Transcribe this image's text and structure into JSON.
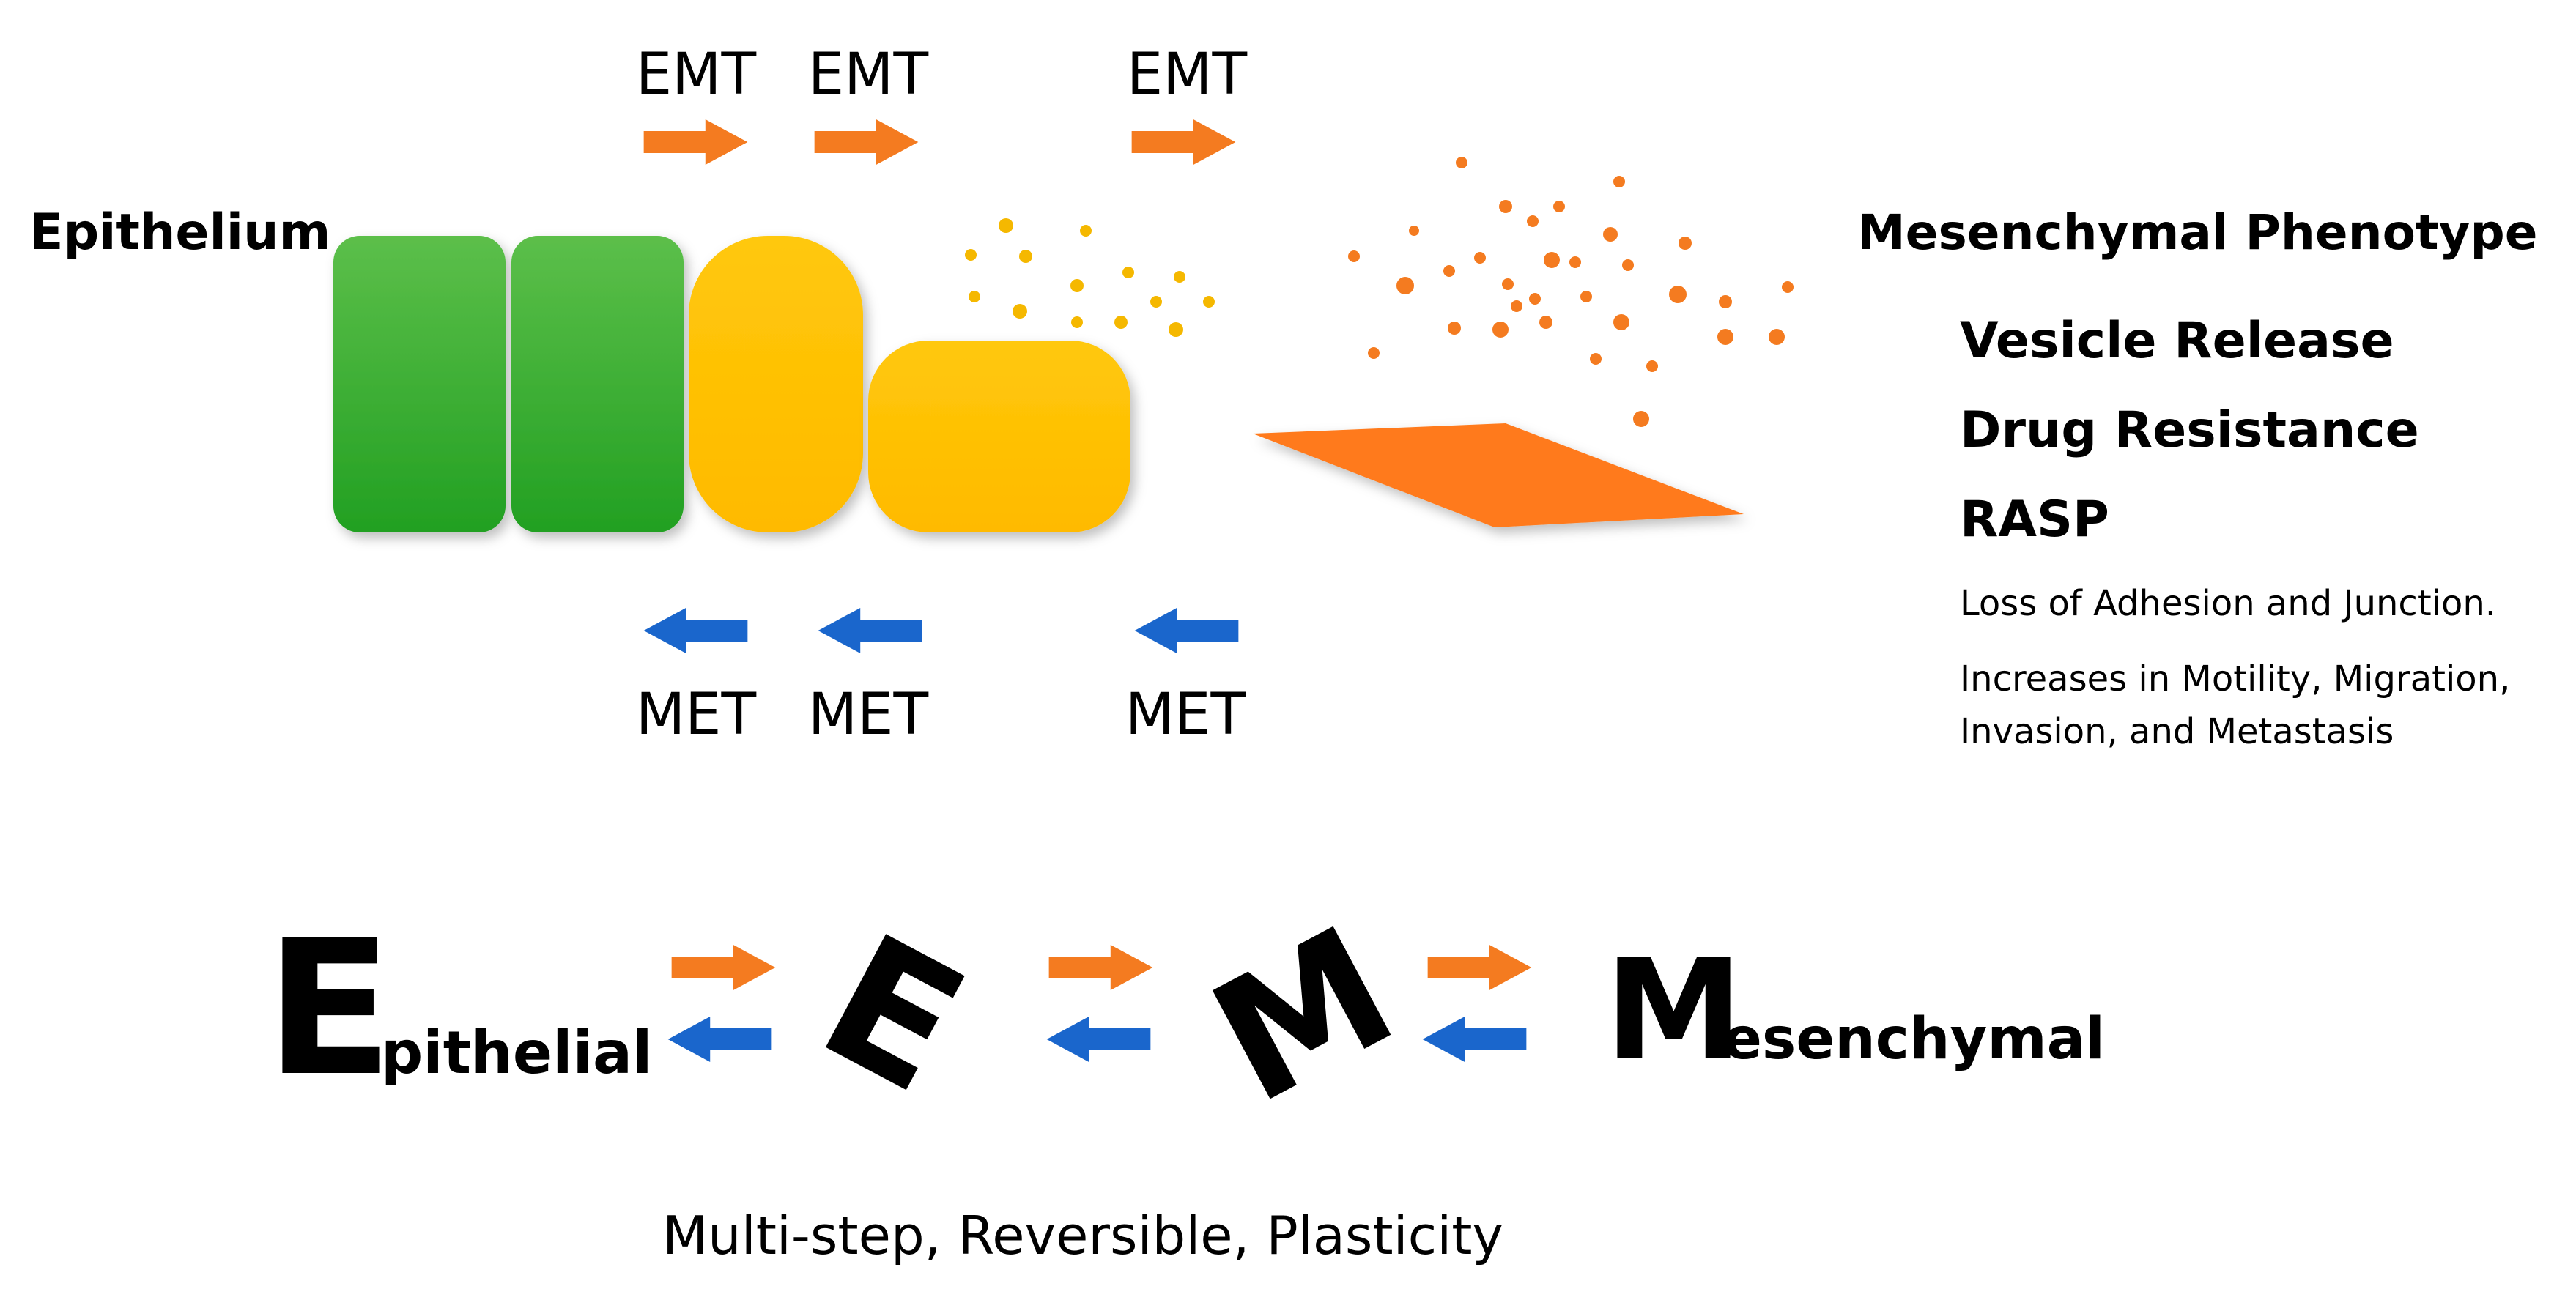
{
  "colors": {
    "emt_arrow": "#f47b20",
    "met_arrow": "#1a66cc",
    "epithelial_cell": "#2ea82e",
    "intermediate_cell": "#ffc000",
    "mesenchymal_cell": "#ff7a1a",
    "vesicle_yellow": "#f5b800",
    "vesicle_orange": "#f47b20"
  },
  "top_diagram": {
    "epithelium_label": "Epithelium",
    "emt_labels": [
      "EMT",
      "EMT",
      "EMT"
    ],
    "met_labels": [
      "MET",
      "MET",
      "MET"
    ]
  },
  "phenotype_panel": {
    "title": "Mesenchymal Phenotype",
    "items": [
      "Vesicle Release",
      "Drug Resistance",
      "RASP"
    ],
    "details": [
      "Loss of Adhesion and Junction.",
      "Increases in Motility, Migration,",
      "Invasion, and Metastasis"
    ]
  },
  "bottom_diagram": {
    "epithelial": {
      "big_letter": "E",
      "rest": "pithelial"
    },
    "intermediate_1": "E",
    "intermediate_2": "M",
    "mesenchymal": {
      "big_letter": "M",
      "rest": "esenchymal"
    },
    "caption": "Multi-step, Reversible, Plasticity"
  }
}
